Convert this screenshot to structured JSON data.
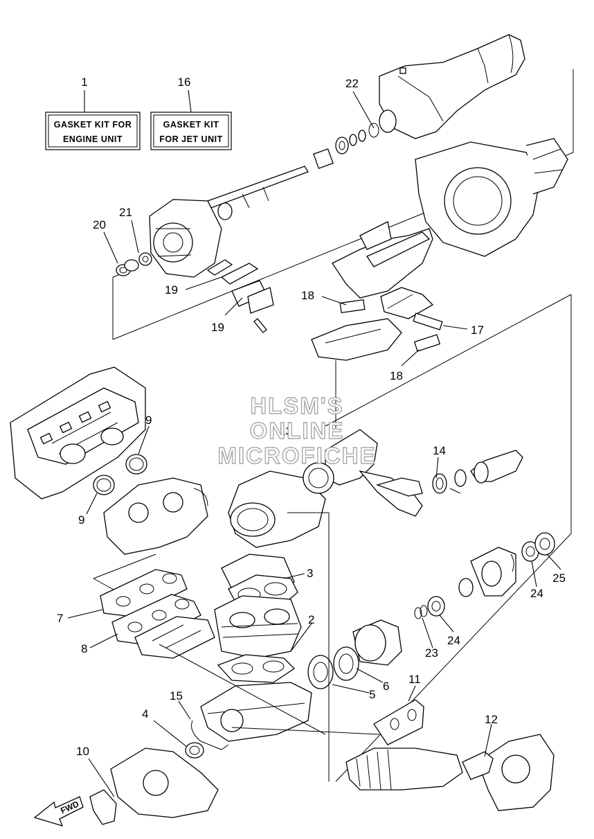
{
  "kits": [
    {
      "number": "1",
      "line1": "GASKET KIT FOR",
      "line2": "ENGINE UNIT"
    },
    {
      "number": "16",
      "line1": "GASKET KIT",
      "line2": "FOR JET UNIT"
    }
  ],
  "watermark": [
    "HLSM'S",
    "ONLINE",
    "MICROFICHE"
  ],
  "fwd_label": "FWD",
  "callouts": {
    "c22": "22",
    "c21": "21",
    "c20": "20",
    "c19a": "19",
    "c19b": "19",
    "c18a": "18",
    "c18b": "18",
    "c17": "17",
    "c9a": "9",
    "c9b": "9",
    "c13": "13",
    "c14": "14",
    "c3": "3",
    "c7": "7",
    "c8": "8",
    "c2": "2",
    "c25": "25",
    "c24a": "24",
    "c24b": "24",
    "c23": "23",
    "c6": "6",
    "c5": "5",
    "c11": "11",
    "c15": "15",
    "c4": "4",
    "c12": "12",
    "c10": "10"
  },
  "colors": {
    "line": "#000000",
    "paper": "#ffffff",
    "watermark_outline": "#a8a8a8"
  }
}
